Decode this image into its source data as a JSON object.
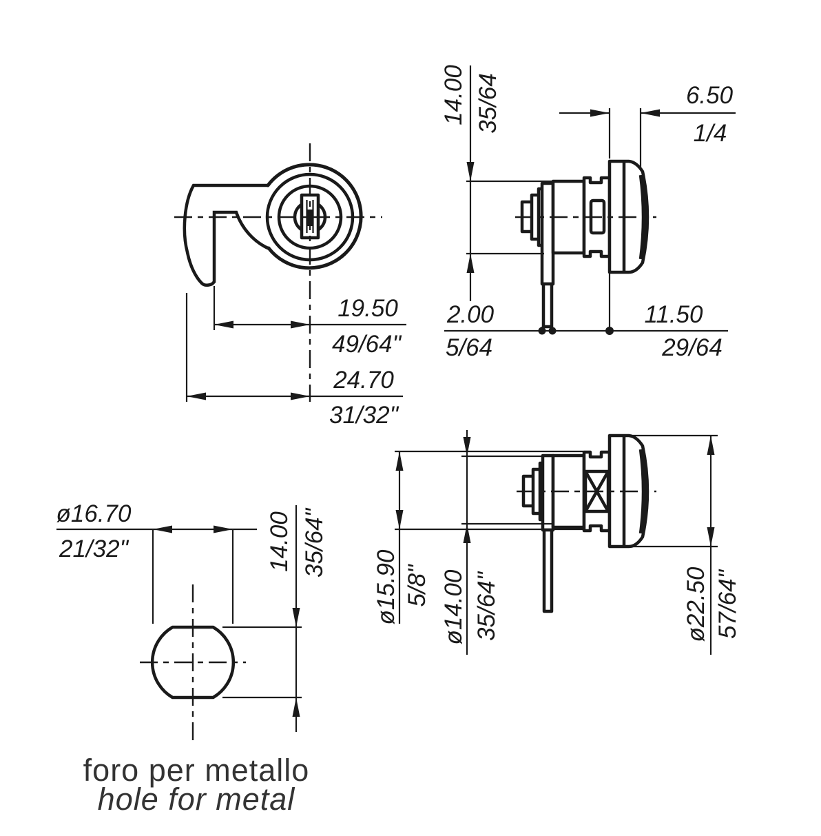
{
  "dims": {
    "cam_reach": {
      "mm": "19.50",
      "in": "49/64\""
    },
    "cam_total": {
      "mm": "24.70",
      "in": "31/32\""
    },
    "mount_height": {
      "mm": "14.00",
      "in": "35/64"
    },
    "head_depth": {
      "mm": "6.50",
      "in": "1/4"
    },
    "cam_thickness": {
      "mm": "2.00",
      "in": "5/64"
    },
    "grip_length": {
      "mm": "11.50",
      "in": "29/64"
    },
    "body_diameter": {
      "mm": "ø15.90",
      "in": "5/8\""
    },
    "body_flats": {
      "mm": "ø14.00",
      "in": "35/64\""
    },
    "head_diameter": {
      "mm": "ø22.50",
      "in": "57/64\""
    },
    "hole_diameter": {
      "mm": "ø16.70",
      "in": "21/32\""
    },
    "hole_flats": {
      "mm": "14.00",
      "in": "35/64\""
    }
  },
  "caption": {
    "line1": "foro per metallo",
    "line2": "hole for metal"
  },
  "colors": {
    "ink": "#1a1a1a",
    "caption_ink": "#333333",
    "background": "#ffffff"
  }
}
